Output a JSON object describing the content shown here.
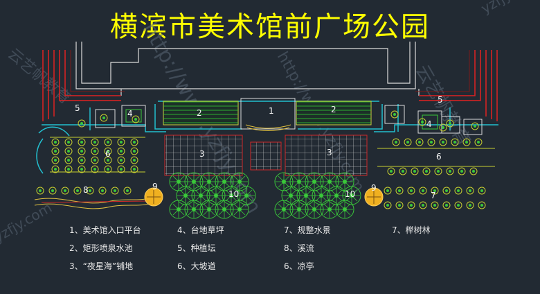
{
  "title": "横滨市美术馆前广场公园",
  "plan_numbers": {
    "n1": "1",
    "n2_left": "2",
    "n2_right": "2",
    "n3_left": "3",
    "n3_right": "3",
    "n4_left": "4",
    "n4_right": "4",
    "n5_left": "5",
    "n5_right": "5",
    "n6_left": "6",
    "n6_right": "6",
    "n7": "7",
    "n8": "8",
    "n9_left": "9",
    "n9_right": "9",
    "n10_left": "10",
    "n10_right": "10"
  },
  "legend": [
    "1、美术馆入口平台",
    "2、矩形喷泉水池",
    "3、“夜星海”铺地",
    "4、台地草坪",
    "5、种植坛",
    "6、大坡道",
    "7、规整水景",
    "8、溪流",
    "6、凉亭",
    "7、榉树林"
  ],
  "watermarks": [
    "http://www.yzfjy.com",
    "云艺帆教育",
    "yzfjy.com"
  ],
  "colors": {
    "background": "#222a33",
    "title": "#ffff00",
    "building": "#e0e0e0",
    "red_lines": "#e02020",
    "cyan_lines": "#20c8d8",
    "grid_red": "#d02828",
    "grid_white": "#d8d8d8",
    "trees": "#40d040",
    "fountain_fill": "#1e3a2c",
    "pavilion": "#f0b020"
  }
}
